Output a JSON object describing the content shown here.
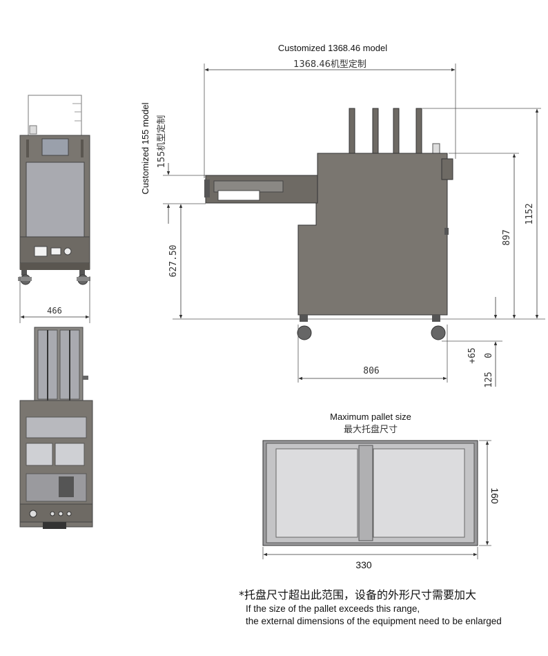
{
  "labels": {
    "width_caption_en": "Customized 1368.46 model",
    "width_caption_cn": "1368.46机型定制",
    "height_caption_en": "Customized 155 model",
    "height_caption_cn": "155机型定制"
  },
  "dimensions": {
    "front_width": "466",
    "side_height_627": "627.50",
    "side_height_897": "897",
    "side_height_1152": "1152",
    "base_width": "806",
    "adjust_plus": "+65",
    "adjust_zero": "0",
    "adjust_125": "125"
  },
  "pallet": {
    "title_en": "Maximum pallet size",
    "title_cn": "最大托盘尺寸",
    "width": "330",
    "height": "160"
  },
  "note": {
    "cn": "*托盘尺寸超出此范围，设备的外形尺寸需要加大",
    "en_line1": "If the size of the pallet exceeds this range,",
    "en_line2": "the external dimensions of the equipment need to be enlarged"
  },
  "colors": {
    "body": "#7a7670",
    "body_dark": "#5a5650",
    "panel": "#a9aab0",
    "line": "#333333"
  }
}
